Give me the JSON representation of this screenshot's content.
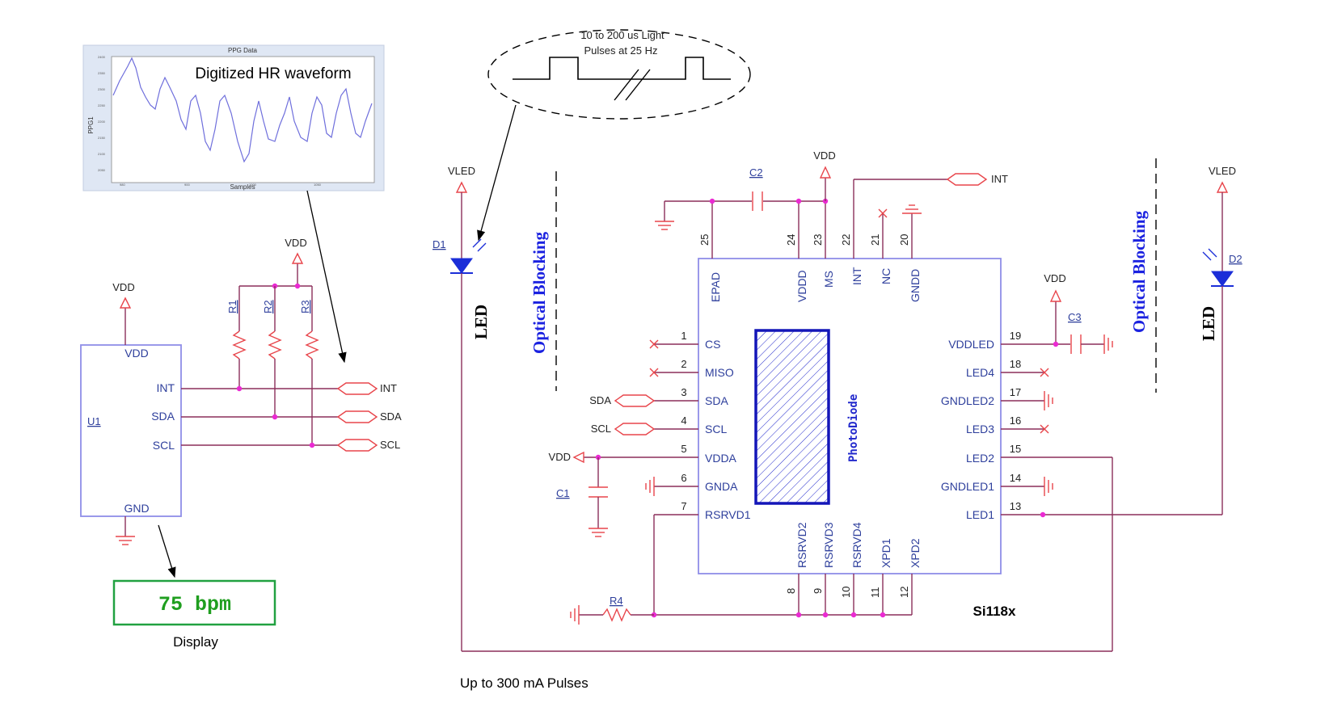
{
  "ppg_inset": {
    "title": "PPG Data",
    "caption": "Digitized HR waveform",
    "xlabel": "Samples",
    "ylabel": "PPG1",
    "x_ticks": [
      "980",
      "900",
      "1000",
      "1050"
    ],
    "y_ticks": [
      "2400",
      "2350",
      "2300",
      "2250",
      "2200",
      "2150",
      "2100",
      "2050"
    ]
  },
  "pulse_callout": {
    "line1": "10 to 200 us Light",
    "line2": "Pulses at 25 Hz"
  },
  "left_circuit": {
    "u1_ref": "U1",
    "u1_pins": {
      "vdd": "VDD",
      "int": "INT",
      "sda": "SDA",
      "scl": "SCL",
      "gnd": "GND"
    },
    "u1_supply": "VDD",
    "pullup_supply": "VDD",
    "resistors": [
      "R1",
      "R2",
      "R3"
    ],
    "net_ports": [
      "INT",
      "SDA",
      "SCL"
    ]
  },
  "display": {
    "value": "75 bpm",
    "label": "Display"
  },
  "chip": {
    "name": "Si118x",
    "photodiode_label": "PhotoDiode",
    "top_pins": [
      {
        "num": "25",
        "name": "EPAD"
      },
      {
        "num": "24",
        "name": "VDDD"
      },
      {
        "num": "23",
        "name": "MS"
      },
      {
        "num": "22",
        "name": "INT"
      },
      {
        "num": "21",
        "name": "NC"
      },
      {
        "num": "20",
        "name": "GNDD"
      }
    ],
    "left_pins": [
      {
        "num": "1",
        "name": "CS"
      },
      {
        "num": "2",
        "name": "MISO"
      },
      {
        "num": "3",
        "name": "SDA"
      },
      {
        "num": "4",
        "name": "SCL"
      },
      {
        "num": "5",
        "name": "VDDA"
      },
      {
        "num": "6",
        "name": "GNDA"
      },
      {
        "num": "7",
        "name": "RSRVD1"
      }
    ],
    "right_pins": [
      {
        "num": "19",
        "name": "VDDLED"
      },
      {
        "num": "18",
        "name": "LED4"
      },
      {
        "num": "17",
        "name": "GNDLED2"
      },
      {
        "num": "16",
        "name": "LED3"
      },
      {
        "num": "15",
        "name": "LED2"
      },
      {
        "num": "14",
        "name": "GNDLED1"
      },
      {
        "num": "13",
        "name": "LED1"
      }
    ],
    "bottom_pins": [
      {
        "num": "8",
        "name": "RSRVD2"
      },
      {
        "num": "9",
        "name": "RSRVD3"
      },
      {
        "num": "10",
        "name": "RSRVD4"
      },
      {
        "num": "11",
        "name": "XPD1"
      },
      {
        "num": "12",
        "name": "XPD2"
      }
    ]
  },
  "right_circuit": {
    "vdd_top": "VDD",
    "int_port": "INT",
    "c2": "C2",
    "sda_port": "SDA",
    "scl_port": "SCL",
    "vdd_left": "VDD",
    "c1": "C1",
    "r4": "R4",
    "vdd_c3": "VDD",
    "c3": "C3",
    "vled_left": "VLED",
    "d1": "D1",
    "led_left": "LED",
    "optical_left": "Optical Blocking",
    "vled_right": "VLED",
    "d2": "D2",
    "led_right": "LED",
    "optical_right": "Optical Blocking",
    "pulses_note": "Up to 300 mA Pulses"
  },
  "colors": {
    "wire": "#8c2f5a",
    "component": "#e8454b",
    "box_outline": "#8f8ee8",
    "pin_text": "#2e3f9c",
    "junction": "#ea2ad2",
    "optical_text": "#1a21e0",
    "display_text": "#1f9e1f",
    "display_border": "#21a141",
    "photodiode": "#2229cc"
  }
}
